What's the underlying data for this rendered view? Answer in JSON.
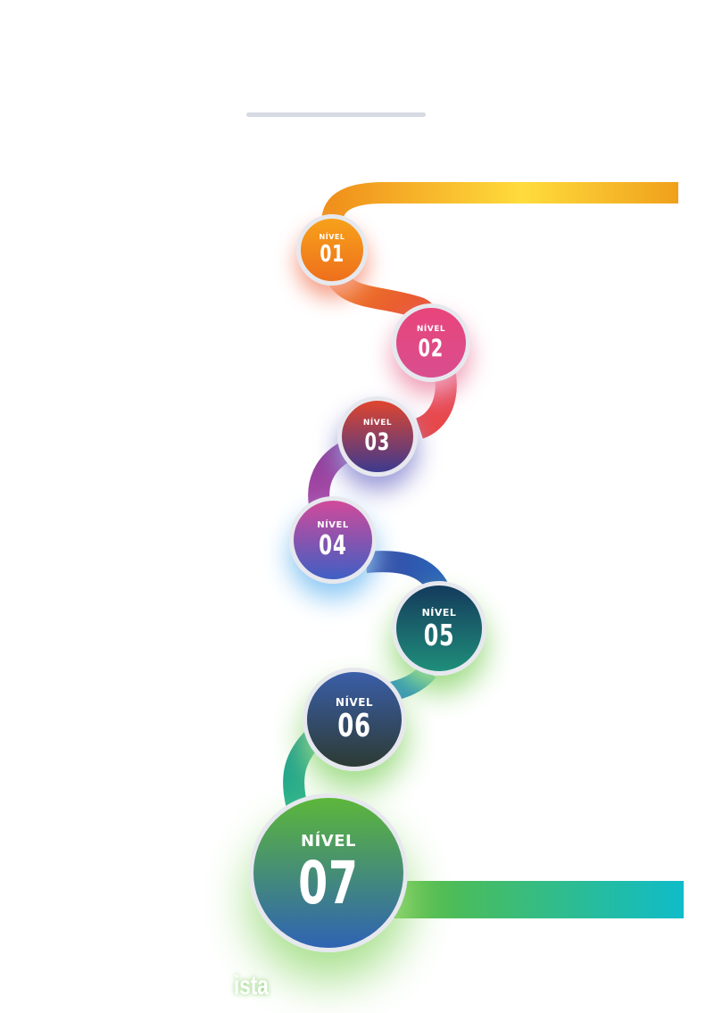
{
  "levels": [
    {
      "label": "NÍVEL",
      "number": "01",
      "colors": [
        "#f7a21b",
        "#ee6f1c"
      ],
      "glow": "#f6a08a"
    },
    {
      "label": "NÍVEL",
      "number": "02",
      "colors": [
        "#e8457a",
        "#d94e8f"
      ],
      "glow": "#f0a0b8"
    },
    {
      "label": "NÍVEL",
      "number": "03",
      "colors": [
        "#e0452e",
        "#3d3a8f"
      ],
      "glow": "#9a9ad8"
    },
    {
      "label": "NÍVEL",
      "number": "04",
      "colors": [
        "#d14a9a",
        "#3f5fc4"
      ],
      "glow": "#8cc8f4"
    },
    {
      "label": "NÍVEL",
      "number": "05",
      "colors": [
        "#143a5c",
        "#1f8e7a"
      ],
      "glow": "#9fdc86"
    },
    {
      "label": "NÍVEL",
      "number": "06",
      "colors": [
        "#3a5ea8",
        "#2d3b34"
      ],
      "glow": "#9fdc86"
    },
    {
      "label": "NÍVEL",
      "number": "07",
      "colors": [
        "#5cb73a",
        "#2f63b3"
      ],
      "glow": "#a7e08c"
    }
  ],
  "path_colors": {
    "top_bar": [
      "#f19a1c",
      "#ffd93b",
      "#f0a01c"
    ],
    "bottom_bar": [
      "#5cbc3c",
      "#0fbcc9"
    ]
  },
  "footer_text": "ista"
}
